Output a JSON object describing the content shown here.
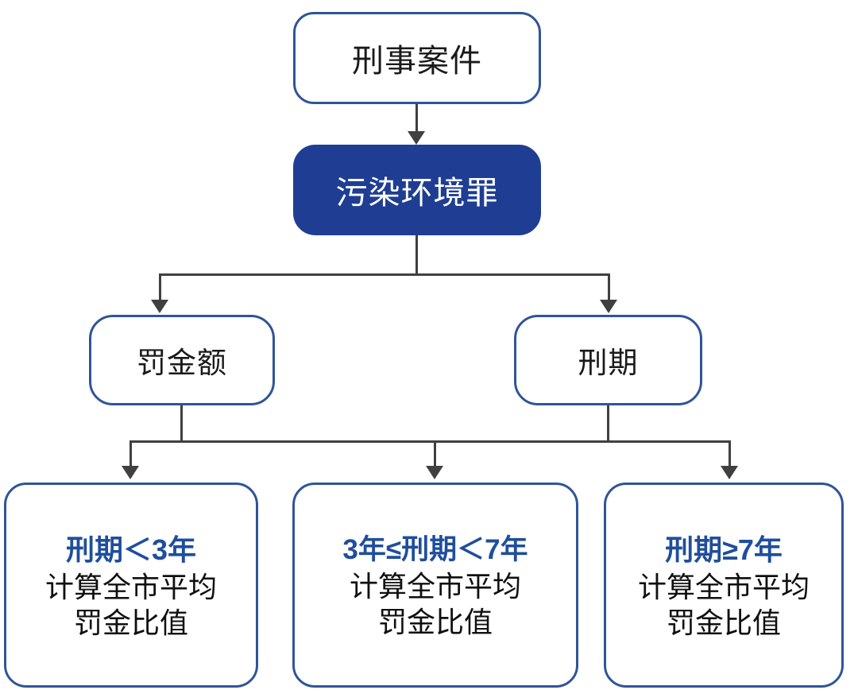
{
  "diagram": {
    "title_node": {
      "label": "刑事案件"
    },
    "crime_node": {
      "label": "污染环境罪"
    },
    "branch_nodes": [
      {
        "label": "罚金额"
      },
      {
        "label": "刑期"
      }
    ],
    "leaf_nodes": [
      {
        "head": "刑期＜3年",
        "body_line1": "计算全市平均",
        "body_line2": "罚金比值"
      },
      {
        "head": "3年≤刑期＜7年",
        "body_line1": "计算全市平均",
        "body_line2": "罚金比值"
      },
      {
        "head": "刑期≥7年",
        "body_line1": "计算全市平均",
        "body_line2": "罚金比值"
      }
    ],
    "colors": {
      "node_border": "#2F5597",
      "crime_fill": "#1F3E93",
      "heading_text": "#1F4E9C",
      "body_text": "#101010",
      "connector": "#404040",
      "background": "#FFFFFF"
    }
  }
}
